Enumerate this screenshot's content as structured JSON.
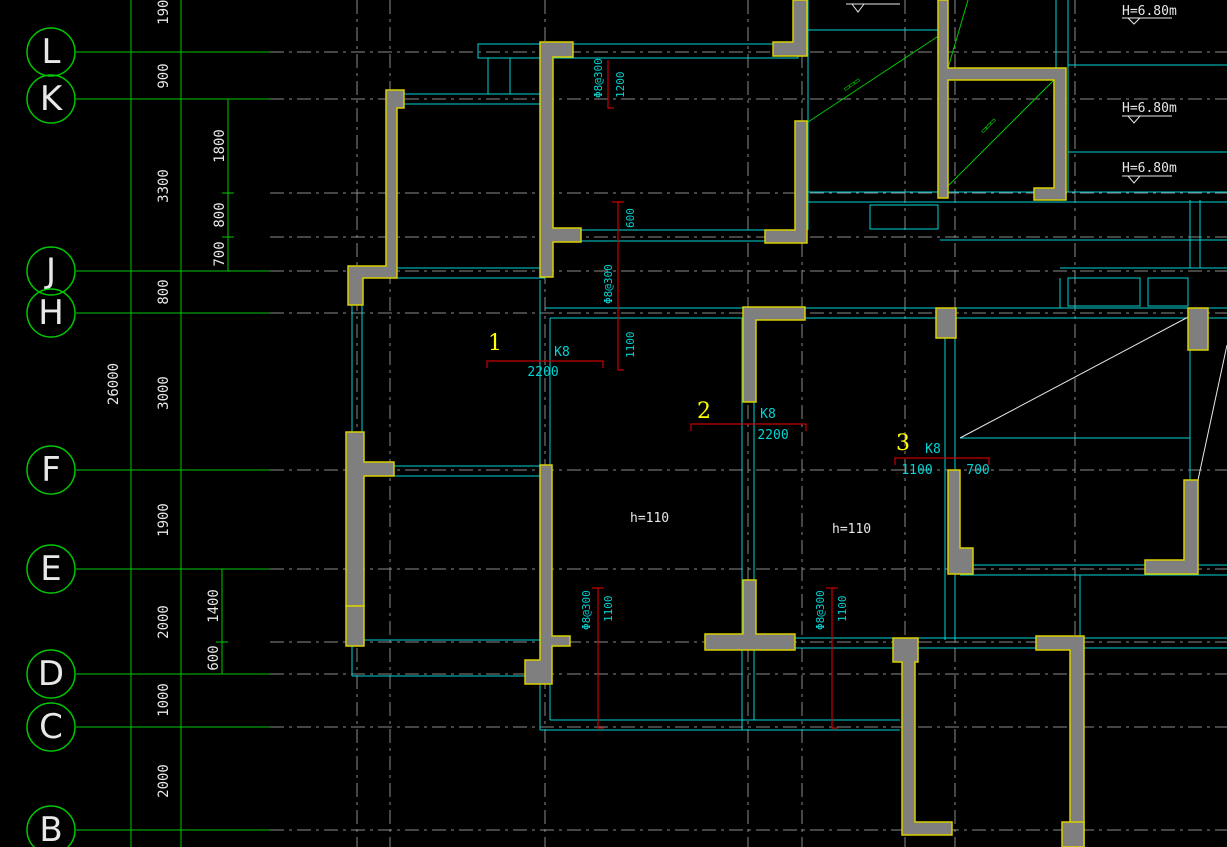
{
  "axes": [
    {
      "id": "L",
      "label": "L"
    },
    {
      "id": "K",
      "label": "K"
    },
    {
      "id": "J",
      "label": "J"
    },
    {
      "id": "H",
      "label": "H"
    },
    {
      "id": "F",
      "label": "F"
    },
    {
      "id": "E",
      "label": "E"
    },
    {
      "id": "D",
      "label": "D"
    },
    {
      "id": "C",
      "label": "C"
    },
    {
      "id": "B",
      "label": "B"
    }
  ],
  "axis_spacings": [
    "1900",
    "900",
    "3300",
    "800",
    "3000",
    "1900",
    "2000",
    "1000",
    "2000"
  ],
  "inner_dims": [
    "1800",
    "800",
    "700",
    "1400",
    "600"
  ],
  "total_dim": "26000",
  "levels": [
    "H=6.80m",
    "H=6.80m",
    "H=6.80m"
  ],
  "rebar_notes": [
    {
      "spec": "Φ8@300",
      "len": "1200"
    },
    {
      "spec": "Φ8@300",
      "len": "1100"
    },
    {
      "spec": "Φ8@300",
      "len": "1100"
    },
    {
      "spec": "Φ8@300",
      "len": "1100"
    }
  ],
  "upper_rebar_len": "600",
  "sections": [
    {
      "num": "1",
      "bar": "K8",
      "dims": [
        "2200"
      ]
    },
    {
      "num": "2",
      "bar": "K8",
      "dims": [
        "2200"
      ]
    },
    {
      "num": "3",
      "bar": "K8",
      "dims": [
        "1100",
        "700"
      ]
    }
  ],
  "slab_thickness": [
    "h=110",
    "h=110"
  ],
  "colors": {
    "grid": "#00c800",
    "walls": "#7f7f7f",
    "wall_edge": "#d8d000",
    "beams": "#00d4d4",
    "rebar": "#c80000",
    "section": "#ffff00"
  }
}
